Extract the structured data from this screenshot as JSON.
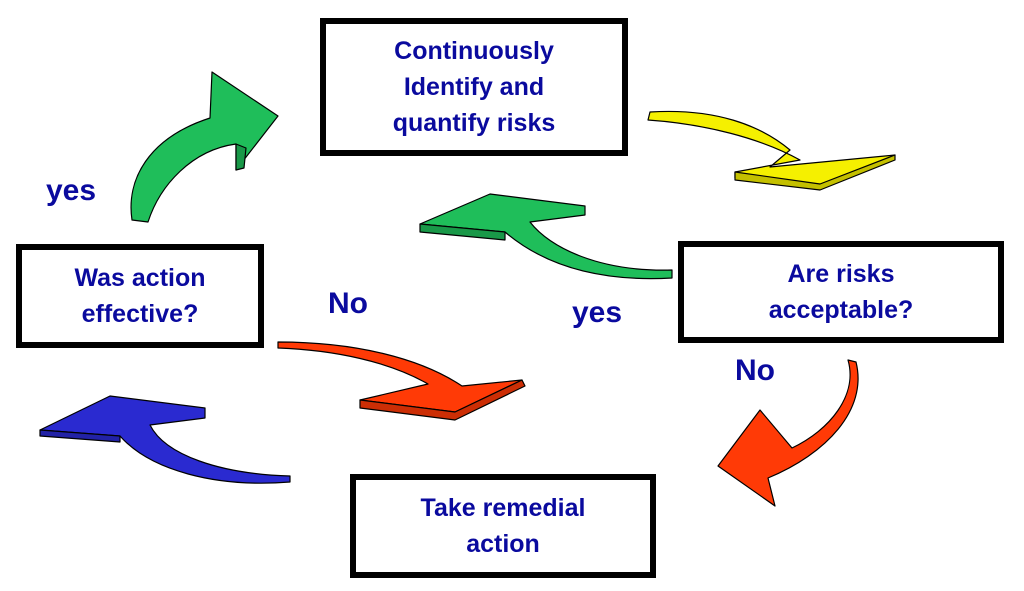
{
  "colors": {
    "text": "#0a0a9e",
    "border": "#000000",
    "green": "#1fbe5a",
    "yellow": "#f5f000",
    "red": "#ff3a06",
    "blue": "#2a2ad0"
  },
  "nodes": {
    "identify": "Continuously\nIdentify and\nquantify risks",
    "acceptable": "Are risks\nacceptable?",
    "remedial": "Take remedial\naction",
    "effective": "Was action\neffective?"
  },
  "edge_labels": {
    "effective_yes": "yes",
    "acceptable_yes": "yes",
    "effective_no": "No",
    "acceptable_no": "No"
  },
  "arrows": [
    {
      "name": "green-arrow-effective-to-identify",
      "color": "green",
      "from": "effective",
      "to": "identify"
    },
    {
      "name": "yellow-arrow-identify-to-acceptable",
      "color": "yellow",
      "from": "identify",
      "to": "acceptable"
    },
    {
      "name": "green-arrow-acceptable-to-identify",
      "color": "green",
      "from": "acceptable",
      "to": "identify"
    },
    {
      "name": "red-arrow-acceptable-to-remedial",
      "color": "red",
      "from": "acceptable",
      "to": "remedial"
    },
    {
      "name": "red-arrow-effective-no",
      "color": "red",
      "from": "effective",
      "to": "remedial"
    },
    {
      "name": "blue-arrow-remedial-to-effective",
      "color": "blue",
      "from": "remedial",
      "to": "effective"
    }
  ]
}
